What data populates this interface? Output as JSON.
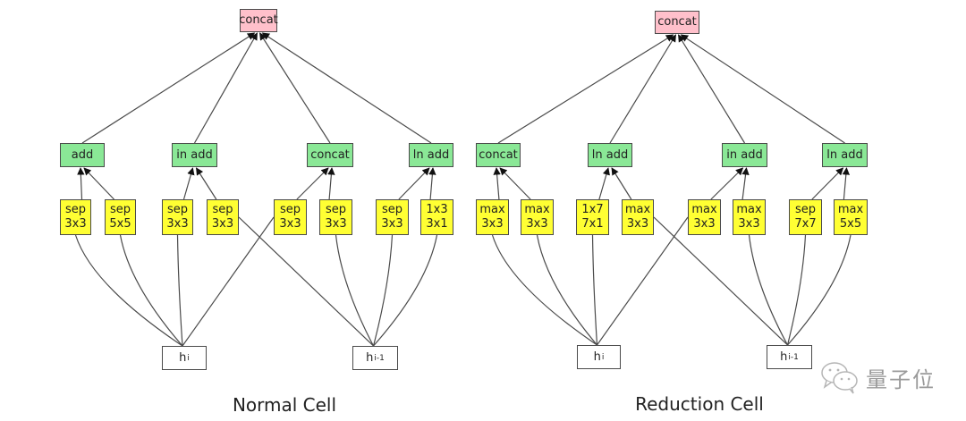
{
  "cells": [
    {
      "id": "normal",
      "caption": "Normal Cell",
      "output": "concat",
      "combiners": [
        "add",
        "in add",
        "concat",
        "ln add"
      ],
      "ops": [
        "sep\n3x3",
        "sep\n5x5",
        "sep\n3x3",
        "sep\n3x3",
        "sep\n3x3",
        "sep\n3x3",
        "sep\n3x3",
        "1x3\n3x1"
      ],
      "inputs": [
        {
          "base": "h",
          "sub": "i"
        },
        {
          "base": "h",
          "sub": "i-1"
        }
      ],
      "op_sources": [
        0,
        0,
        0,
        1,
        0,
        1,
        1,
        1
      ]
    },
    {
      "id": "reduction",
      "caption": "Reduction Cell",
      "output": "concat",
      "combiners": [
        "concat",
        "ln add",
        "in add",
        "ln add"
      ],
      "ops": [
        "max\n3x3",
        "max\n3x3",
        "1x7\n7x1",
        "max\n3x3",
        "max\n3x3",
        "max\n3x3",
        "sep\n7x7",
        "max\n5x5"
      ],
      "inputs": [
        {
          "base": "h",
          "sub": "i"
        },
        {
          "base": "h",
          "sub": "i-1"
        }
      ],
      "op_sources": [
        0,
        0,
        0,
        1,
        0,
        1,
        1,
        1
      ]
    }
  ],
  "colors": {
    "output": "#ffc0cb",
    "combiner": "#8ae896",
    "op": "#ffff33",
    "input": "#ffffff",
    "edge": "#4a4a4a"
  },
  "watermark": {
    "icon": "wechat-icon",
    "text": "量子位"
  }
}
